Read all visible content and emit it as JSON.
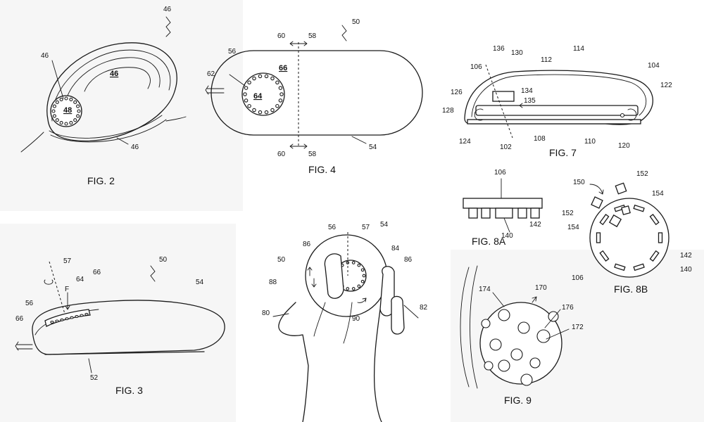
{
  "figures": {
    "fig2": {
      "caption": "FIG. 2",
      "refs": {
        "top": "46",
        "left": "46",
        "center": "46",
        "label48": "48",
        "bottom": "46"
      }
    },
    "fig3": {
      "caption": "FIG. 3",
      "refs": {
        "r57": "57",
        "r50": "50",
        "force": "F",
        "r64": "64",
        "r66a": "66",
        "r56": "56",
        "r66b": "66",
        "r54": "54",
        "r52": "52"
      }
    },
    "fig4": {
      "caption": "FIG. 4",
      "refs": {
        "r60top": "60",
        "r58top": "58",
        "r50": "50",
        "r56": "56",
        "r66": "66",
        "r62": "62",
        "r64": "64",
        "r60bot": "60",
        "r58bot": "58",
        "r54": "54"
      }
    },
    "fig5": {
      "refs": {
        "r56": "56",
        "r57": "57",
        "r54": "54",
        "r86a": "86",
        "r84": "84",
        "r50": "50",
        "r86b": "86",
        "r88": "88",
        "r90": "90",
        "r80": "80",
        "r82": "82"
      }
    },
    "fig7": {
      "caption": "FIG. 7",
      "refs": {
        "r136": "136",
        "r130": "130",
        "r112": "112",
        "r114": "114",
        "r106": "106",
        "r104": "104",
        "r134": "134",
        "r122": "122",
        "r126": "126",
        "r135": "135",
        "r128": "128",
        "r124": "124",
        "r108": "108",
        "r102": "102",
        "r110": "110",
        "r120": "120"
      }
    },
    "fig8a": {
      "caption": "FIG. 8A",
      "refs": {
        "r106": "106",
        "r142": "142",
        "r140": "140"
      }
    },
    "fig8b": {
      "caption": "FIG. 8B",
      "refs": {
        "r150": "150",
        "r152a": "152",
        "r154a": "154",
        "r152b": "152",
        "r154b": "154",
        "r142": "142",
        "r106": "106",
        "r140": "140"
      }
    },
    "fig9": {
      "caption": "FIG. 9",
      "refs": {
        "r170": "170",
        "r174": "174",
        "r176": "176",
        "r172": "172"
      }
    }
  }
}
